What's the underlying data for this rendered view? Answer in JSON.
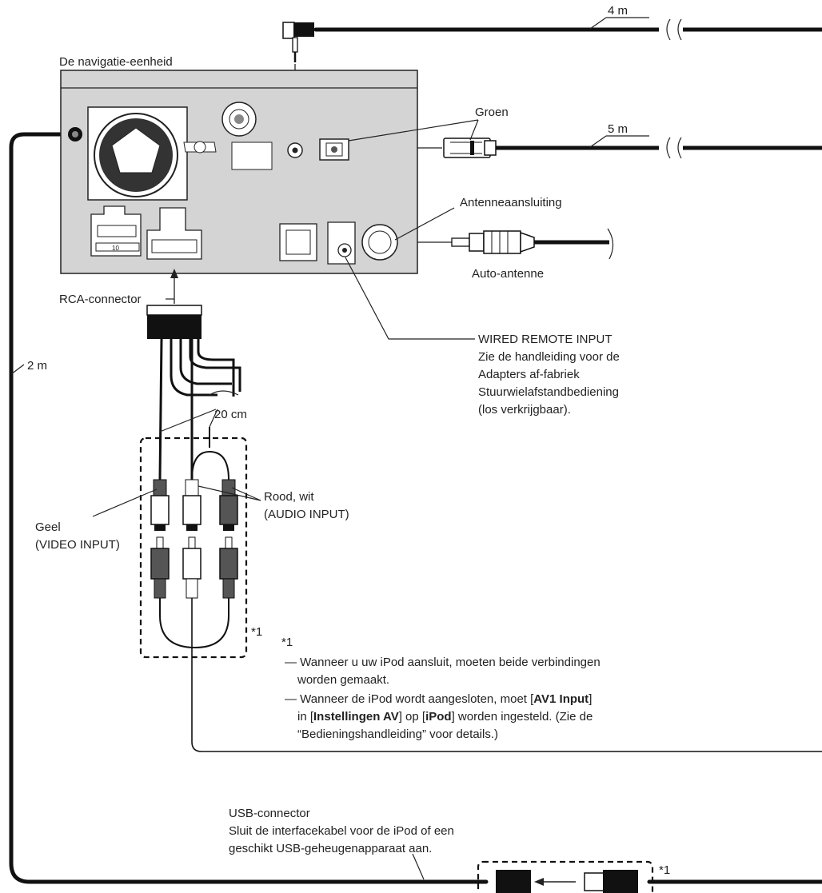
{
  "labels": {
    "unit": "De navigatie-eenheid",
    "len_4m": "4 m",
    "len_5m": "5 m",
    "len_2m": "2 m",
    "len_20cm": "20 cm",
    "groen": "Groen",
    "antenne_aansluiting": "Antenneaansluiting",
    "auto_antenne": "Auto-antenne",
    "rca_connector": "RCA-connector",
    "wired_remote": [
      "WIRED REMOTE INPUT",
      "Zie de handleiding voor de",
      "Adapters af-fabriek",
      "Stuurwielafstandbediening",
      "(los verkrijgbaar)."
    ],
    "rood_wit": [
      "Rood, wit",
      "(AUDIO INPUT)"
    ],
    "geel": [
      "Geel",
      "(VIDEO INPUT)"
    ],
    "footnote_mark": "*1",
    "usb": [
      "USB-connector",
      "Sluit de interfacekabel voor de iPod of een",
      "geschikt USB-geheugenapparaat aan."
    ]
  },
  "notes": {
    "mark": "*1",
    "n1_line1": "— Wanneer u uw iPod aansluit, moeten beide verbindingen",
    "n1_line2": "worden gemaakt.",
    "n2_l1_a": "— Wanneer de iPod wordt aangesloten, moet [",
    "n2_l1_b": "AV1 Input",
    "n2_l1_c": "]",
    "n2_l2_a": "in [",
    "n2_l2_b": "Instellingen AV",
    "n2_l2_c": "] op [",
    "n2_l2_d": "iPod",
    "n2_l2_e": "] worden ingesteld. (Zie de",
    "n2_l3": "“Bedieningshandleiding” voor details.)"
  },
  "colors": {
    "cable": "#111111",
    "panel": "#d4d4d4",
    "connector_dark": "#555555",
    "connector_light": "#ffffff"
  }
}
